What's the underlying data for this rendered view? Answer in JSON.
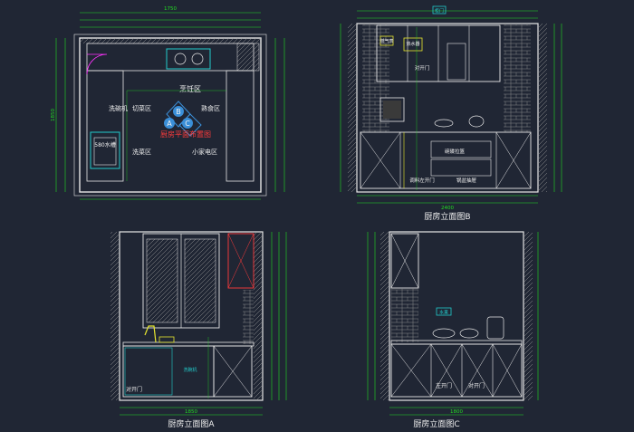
{
  "colors": {
    "background": "#202634",
    "wall": "#e8e8e8",
    "dimension": "#22dd22",
    "label_red": "#ff3b3b",
    "label_white": "#f0f0f0",
    "tag_cyan": "#22cccc",
    "accent_yellow": "#e8e830",
    "accent_magenta": "#ff33ff",
    "symbol_blue": "#3a8fd8"
  },
  "plan": {
    "title": "厨房平面布置图",
    "zones": {
      "cooking": "烹饪区",
      "dishwasher": "洗碗机",
      "cutting": "切菜区",
      "cooked_food": "熟食区",
      "washing": "洗菜区",
      "appliance": "小家电区",
      "sink": "580水槽"
    },
    "markers": [
      "B",
      "A",
      "C"
    ],
    "dims": {
      "top_total": "1750",
      "left_total": "1850"
    }
  },
  "elev_b": {
    "title": "厨房立面图B",
    "labels": {
      "gas_meter": "燃气表",
      "water_heater": "热水器",
      "open_right": "对开门",
      "gloves_drawer": "碗碟拉篮",
      "left_door": "调料左开门",
      "pot_drawer": "锅盆抽屉"
    },
    "tag": "柜门",
    "dims": {
      "bottom_total": "2400"
    }
  },
  "elev_a": {
    "title": "厨房立面图A",
    "labels": {
      "open_pair": "对开门",
      "dishwasher": "洗碗机"
    },
    "dims": {
      "bottom_total": "1850"
    }
  },
  "elev_c": {
    "title": "厨房立面图C",
    "labels": {
      "left_door": "左开门",
      "open_pair": "对开门",
      "fruit": "水果"
    },
    "dims": {
      "bottom_total": "1800"
    }
  }
}
